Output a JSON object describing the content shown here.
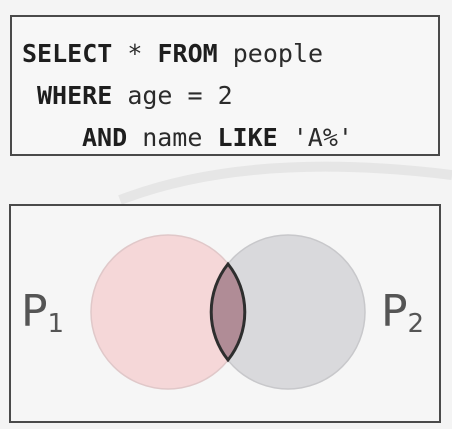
{
  "sql": {
    "line1": {
      "kw1": "SELECT",
      "text1": " * ",
      "kw2": "FROM",
      "text2": " people"
    },
    "line2": {
      "kw1": "WHERE",
      "text1": " age = 2"
    },
    "line3": {
      "kw1": "AND",
      "text1": " name ",
      "kw2": "LIKE",
      "text2": " 'A%'"
    }
  },
  "venn": {
    "left_label": {
      "letter": "P",
      "sub": "1"
    },
    "right_label": {
      "letter": "P",
      "sub": "2"
    },
    "colors": {
      "left_fill": "#f5d7d8",
      "right_fill": "#d9d9dc",
      "intersection_fill": "#b08c96",
      "intersection_stroke": "#2e2e2e"
    }
  }
}
